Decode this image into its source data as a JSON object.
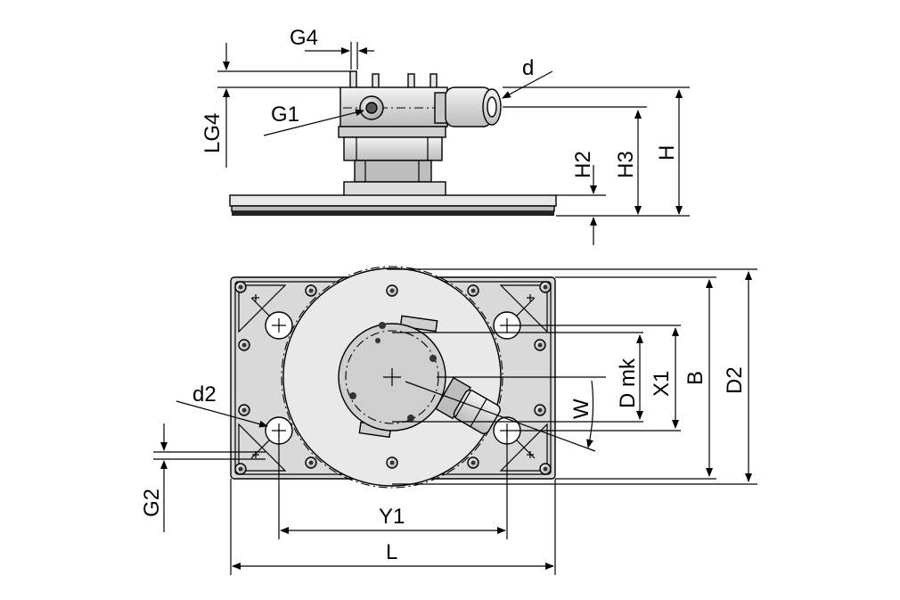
{
  "labels": {
    "g4": "G4",
    "lg4": "LG4",
    "g1": "G1",
    "d": "d",
    "h2": "H2",
    "h3": "H3",
    "h": "H",
    "d2": "d2",
    "g2": "G2",
    "y1": "Y1",
    "l": "L",
    "dmk": "D mk",
    "x1": "X1",
    "b": "B",
    "d2_big": "D2",
    "w": "W"
  }
}
